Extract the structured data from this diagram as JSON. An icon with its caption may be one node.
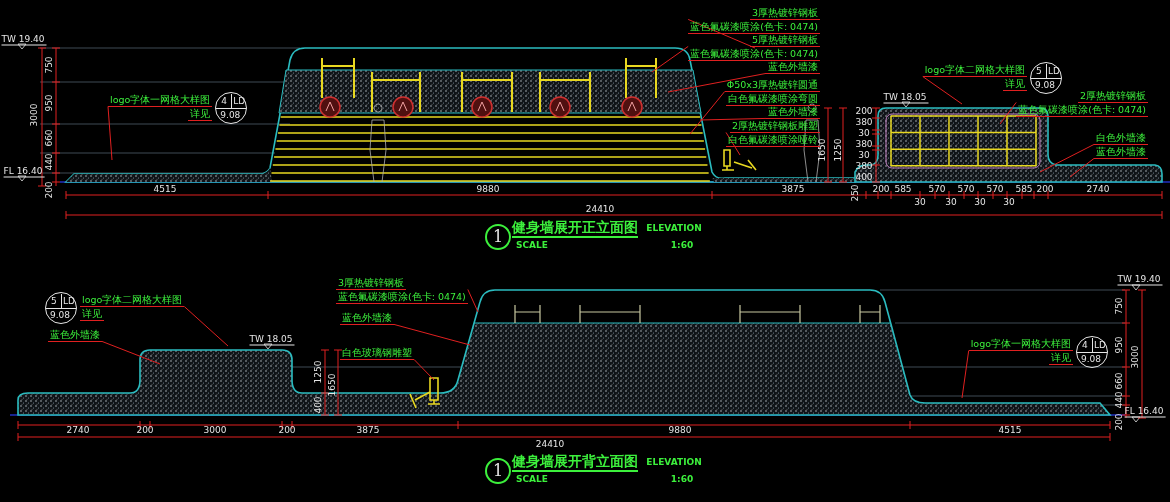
{
  "diagram": {
    "nodes": [
      {
        "text": [
          "4",
          "LD",
          "9.08"
        ],
        "beside": [
          "logo字体一网格大样图",
          "详见"
        ]
      },
      {
        "text": [
          "3厚热镀锌钢板",
          "蓝色氟碳漆喷涂(色卡: 0474)"
        ]
      },
      {
        "text": [
          "5厚热镀锌钢板",
          "蓝色氟碳漆喷涂(色卡: 0474)"
        ]
      },
      {
        "text": [
          "蓝色外墙漆"
        ]
      },
      {
        "text": [
          "Φ50x3厚热镀锌圆通",
          "白色氟碳漆喷涂弯圆"
        ]
      },
      {
        "text": [
          "蓝色外墙漆"
        ]
      },
      {
        "text": [
          "2厚热镀锌钢板雕塑",
          "白色氟碳漆喷涂哑铃"
        ]
      },
      {
        "text": [
          "5",
          "LD",
          "9.08"
        ],
        "beside": [
          "logo字体二网格大样图",
          "详见"
        ]
      },
      {
        "text": [
          "2厚热镀锌钢板",
          "蓝色氟碳漆喷涂(色卡: 0474)"
        ]
      },
      {
        "text": [
          "白色外墙漆"
        ]
      },
      {
        "text": [
          "蓝色外墙漆"
        ]
      },
      {
        "text": [
          "5",
          "LD",
          "9.08"
        ],
        "beside": [
          "logo字体二网格大样图",
          "详见"
        ]
      },
      {
        "text": [
          "蓝色外墙漆"
        ]
      },
      {
        "text": [
          "3厚热镀锌钢板",
          "蓝色氟碳漆喷涂(色卡: 0474)"
        ]
      },
      {
        "text": [
          "蓝色外墙漆"
        ]
      },
      {
        "text": [
          "白色玻璃钢雕塑"
        ]
      },
      {
        "text": [
          "4",
          "LD",
          "9.08"
        ],
        "beside": [
          "logo字体一网格大样图",
          "详见"
        ]
      }
    ],
    "edges": [
      {
        "from": 0,
        "to": null,
        "arrow": "none"
      },
      {
        "from": 1,
        "to": null,
        "arrow": "none"
      },
      {
        "from": 2,
        "to": null,
        "arrow": "none"
      },
      {
        "from": 3,
        "to": null,
        "arrow": "none"
      },
      {
        "from": 4,
        "to": null,
        "arrow": "none"
      },
      {
        "from": 5,
        "to": null,
        "arrow": "none"
      },
      {
        "from": 6,
        "to": null,
        "arrow": "none"
      },
      {
        "from": 7,
        "to": null,
        "arrow": "none"
      },
      {
        "from": 8,
        "to": null,
        "arrow": "none"
      },
      {
        "from": 9,
        "to": null,
        "arrow": "none"
      },
      {
        "from": 10,
        "to": null,
        "arrow": "none"
      },
      {
        "from": 11,
        "to": null,
        "arrow": "none"
      },
      {
        "from": 12,
        "to": null,
        "arrow": "none"
      },
      {
        "from": 13,
        "to": null,
        "arrow": "none"
      },
      {
        "from": 14,
        "to": null,
        "arrow": "none"
      },
      {
        "from": 15,
        "to": null,
        "arrow": "none"
      },
      {
        "from": 16,
        "to": null,
        "arrow": "none"
      }
    ],
    "labels": [
      "TW 19.40",
      "750",
      "950",
      "3000",
      "660",
      "440",
      "FL 16.40",
      "200",
      "4515",
      "9880",
      "3875",
      "250",
      "200",
      "585",
      "30",
      "570",
      "30",
      "570",
      "30",
      "570",
      "30",
      "585",
      "200",
      "2740",
      "24410",
      "1650",
      "1250",
      "200",
      "380",
      "30",
      "380",
      "30",
      "380",
      "400",
      "TW 18.05",
      "1",
      "健身墙展开正立面图",
      "ELEVATION",
      "SCALE",
      "1:60",
      "TW 18.05",
      "1250",
      "1650",
      "400",
      "2740",
      "200",
      "3000",
      "200",
      "3875",
      "9880",
      "4515",
      "24410",
      "TW 19.40",
      "750",
      "950",
      "3000",
      "660",
      "440",
      "FL 16.40",
      "200",
      "1",
      "健身墙展开背立面图",
      "ELEVATION",
      "SCALE",
      "1:60"
    ]
  }
}
